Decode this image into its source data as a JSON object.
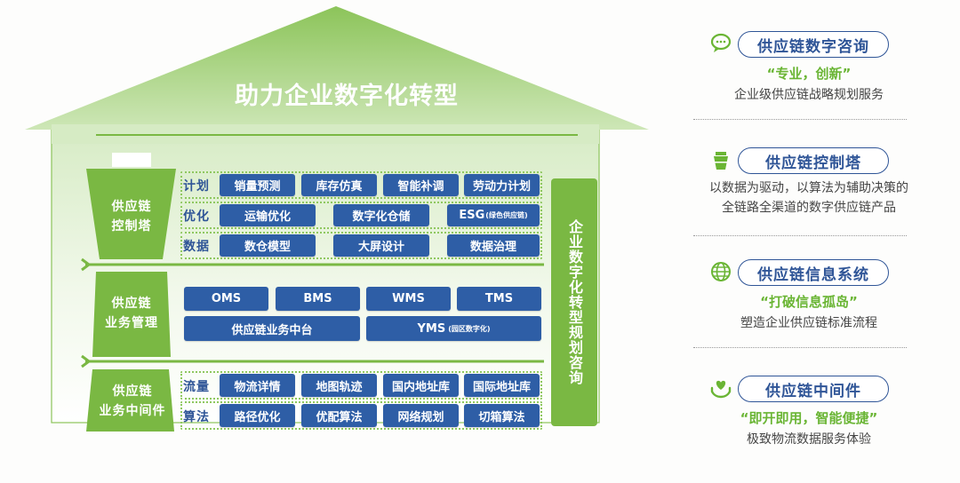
{
  "house": {
    "title": "助力企业数字化转型",
    "side_bar": "企业数字化转型规划咨询",
    "colors": {
      "green": "#7ab843",
      "blue_block": "#2e5ea6",
      "label_blue": "#2f5597"
    },
    "tiers": [
      {
        "label_line1": "供应链",
        "label_line2": "控制塔",
        "rows": [
          {
            "label": "计划",
            "items": [
              "销量预测",
              "库存仿真",
              "智能补调",
              "劳动力计划"
            ]
          },
          {
            "label": "优化",
            "items": [
              "运输优化",
              "数字化仓储"
            ],
            "esg_main": "ESG",
            "esg_sub": "(绿色供应链)"
          },
          {
            "label": "数据",
            "items": [
              "数仓模型",
              "大屏设计",
              "数据治理"
            ]
          }
        ]
      },
      {
        "label_line1": "供应链",
        "label_line2": "业务管理",
        "row1": [
          "OMS",
          "BMS",
          "WMS",
          "TMS"
        ],
        "row2_a": "供应链业务中台",
        "row2_b_main": "YMS",
        "row2_b_sub": "(园区数字化)"
      },
      {
        "label_line1": "供应链",
        "label_line2": "业务中间件",
        "rows": [
          {
            "label": "流量",
            "items": [
              "物流详情",
              "地图轨迹",
              "国内地址库",
              "国际地址库"
            ]
          },
          {
            "label": "算法",
            "items": [
              "路径优化",
              "优配算法",
              "网络规划",
              "切箱算法"
            ]
          }
        ]
      }
    ]
  },
  "right_panel": [
    {
      "icon": "chat-bubble-icon",
      "title": "供应链数字咨询",
      "slogan": "“专业，创新”",
      "desc": [
        "企业级供应链战略规划服务"
      ]
    },
    {
      "icon": "tower-icon",
      "title": "供应链控制塔",
      "slogan": "",
      "desc": [
        "以数据为驱动，以算法为辅助决策的",
        "全链路全渠道的数字供应链产品"
      ]
    },
    {
      "icon": "globe-icon",
      "title": "供应链信息系统",
      "slogan": "“打破信息孤岛”",
      "desc": [
        "塑造企业供应链标准流程"
      ]
    },
    {
      "icon": "heart-hand-icon",
      "title": "供应链中间件",
      "slogan": "“即开即用，智能便捷”",
      "desc": [
        "极致物流数据服务体验"
      ]
    }
  ]
}
